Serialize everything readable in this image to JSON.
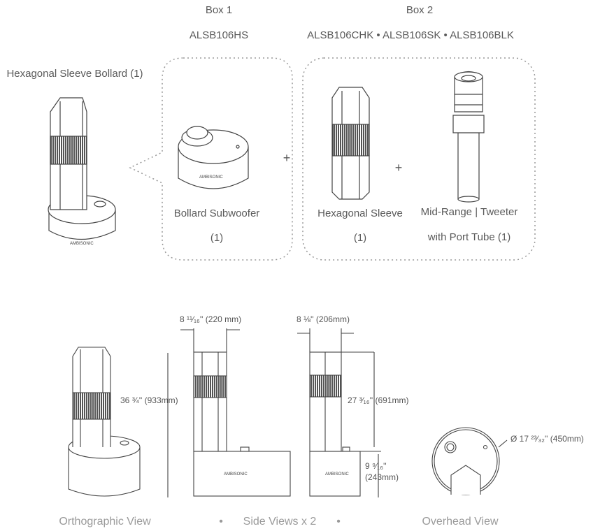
{
  "header": {
    "box1": {
      "title": "Box 1",
      "model": "ALSB106HS"
    },
    "box2": {
      "title": "Box 2",
      "models": "ALSB106CHK • ALSB106SK • ALSB106BLK"
    }
  },
  "assembled": {
    "label": "Hexagonal Sleeve Bollard (1)"
  },
  "box1_items": [
    {
      "name": "Bollard Subwoofer",
      "qty": "(1)"
    }
  ],
  "box2_items": [
    {
      "name": "Hexagonal Sleeve",
      "qty": "(1)"
    },
    {
      "name": "Mid-Range | Tweeter",
      "qty": "with Port Tube (1)"
    }
  ],
  "plus_sign": "+",
  "dimensions": {
    "width_a": "8 ¹¹⁄₁₆'' (220 mm)",
    "width_b": "8 ⅛'' (206mm)",
    "total_height": "36 ¾'' (933mm)",
    "sleeve_height": "27 ³⁄₁₆'' (691mm)",
    "base_height_in": "9 ⁹⁄₁₆''",
    "base_height_mm": "(243mm)",
    "diameter": "Ø 17 ²³⁄₃₂'' (450mm)"
  },
  "footer": {
    "orthographic": "Orthographic View",
    "bullet": "•",
    "side": "Side Views x 2",
    "overhead": "Overhead View"
  },
  "colors": {
    "line": "#444444",
    "dotted": "#9a9a9a",
    "text": "#5a5a5a"
  }
}
